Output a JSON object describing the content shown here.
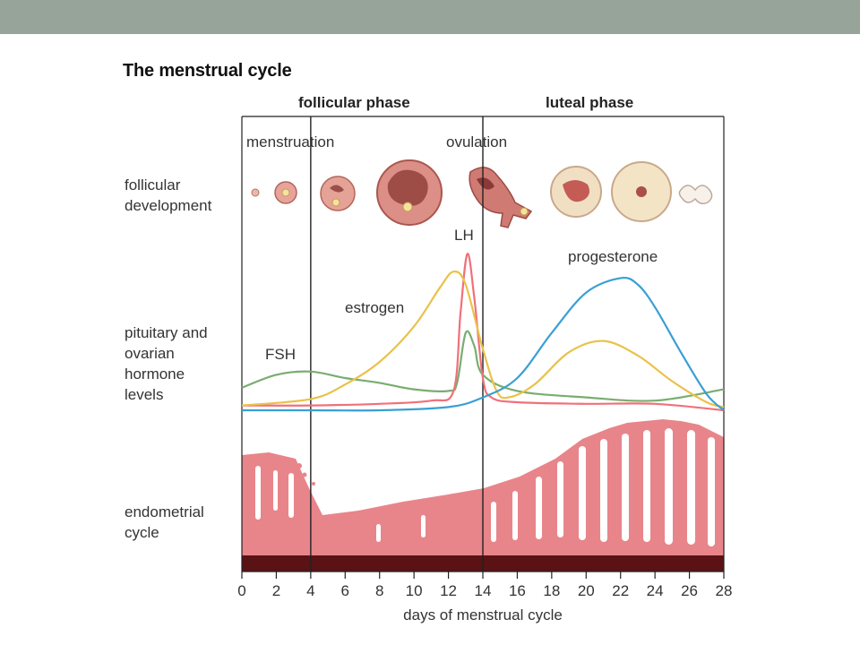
{
  "title": "The menstrual cycle",
  "phases": {
    "follicular": "follicular phase",
    "luteal": "luteal phase"
  },
  "events": {
    "menstruation": "menstruation",
    "ovulation": "ovulation"
  },
  "row_labels": {
    "follicular_development": [
      "follicular",
      "development"
    ],
    "hormone_levels": [
      "pituitary and",
      "ovarian",
      "hormone",
      "levels"
    ],
    "endometrial_cycle": [
      "endometrial",
      "cycle"
    ]
  },
  "colors": {
    "header_bar": "#96a49a",
    "estrogen": "#e9c24a",
    "lh": "#f0707a",
    "fsh": "#79ad70",
    "progesterone": "#3a9fd4",
    "endometrium": "#e8858a",
    "endometrium_base": "#5a1214"
  },
  "chart_data": {
    "type": "line",
    "xlabel": "days of menstrual cycle",
    "xlim": [
      0,
      28
    ],
    "x_ticks": [
      0,
      2,
      4,
      6,
      8,
      10,
      12,
      14,
      16,
      18,
      20,
      22,
      24,
      26,
      28
    ],
    "phase_boundaries": [
      4,
      14
    ],
    "series": [
      {
        "name": "FSH",
        "color": "#79ad70",
        "points": [
          [
            0,
            0.14
          ],
          [
            2,
            0.22
          ],
          [
            4,
            0.24
          ],
          [
            6,
            0.2
          ],
          [
            8,
            0.17
          ],
          [
            10,
            0.13
          ],
          [
            12,
            0.12
          ],
          [
            12.5,
            0.17
          ],
          [
            13,
            0.48
          ],
          [
            13.5,
            0.4
          ],
          [
            14,
            0.22
          ],
          [
            16,
            0.12
          ],
          [
            20,
            0.08
          ],
          [
            24,
            0.06
          ],
          [
            28,
            0.13
          ]
        ]
      },
      {
        "name": "LH",
        "color": "#f0707a",
        "points": [
          [
            0,
            0.03
          ],
          [
            4,
            0.03
          ],
          [
            8,
            0.04
          ],
          [
            11,
            0.06
          ],
          [
            12.3,
            0.12
          ],
          [
            12.7,
            0.6
          ],
          [
            13.1,
            0.97
          ],
          [
            13.5,
            0.7
          ],
          [
            14,
            0.2
          ],
          [
            14.5,
            0.08
          ],
          [
            16,
            0.05
          ],
          [
            20,
            0.04
          ],
          [
            24,
            0.04
          ],
          [
            28,
            0.0
          ]
        ]
      },
      {
        "name": "estrogen",
        "color": "#e9c24a",
        "points": [
          [
            0,
            0.03
          ],
          [
            4,
            0.07
          ],
          [
            6,
            0.16
          ],
          [
            8,
            0.3
          ],
          [
            10,
            0.52
          ],
          [
            11.5,
            0.76
          ],
          [
            12.3,
            0.86
          ],
          [
            13,
            0.78
          ],
          [
            14,
            0.38
          ],
          [
            14.8,
            0.12
          ],
          [
            15.5,
            0.08
          ],
          [
            17,
            0.16
          ],
          [
            19,
            0.36
          ],
          [
            21,
            0.43
          ],
          [
            23,
            0.34
          ],
          [
            25,
            0.18
          ],
          [
            27,
            0.05
          ],
          [
            28,
            0.02
          ]
        ]
      },
      {
        "name": "progesterone",
        "color": "#3a9fd4",
        "points": [
          [
            0,
            0.0
          ],
          [
            4,
            0.0
          ],
          [
            8,
            0.0
          ],
          [
            12,
            0.02
          ],
          [
            14,
            0.08
          ],
          [
            16,
            0.2
          ],
          [
            18,
            0.48
          ],
          [
            20,
            0.73
          ],
          [
            22,
            0.82
          ],
          [
            23,
            0.78
          ],
          [
            24,
            0.64
          ],
          [
            25.5,
            0.36
          ],
          [
            27,
            0.1
          ],
          [
            28,
            0.0
          ]
        ]
      }
    ]
  }
}
